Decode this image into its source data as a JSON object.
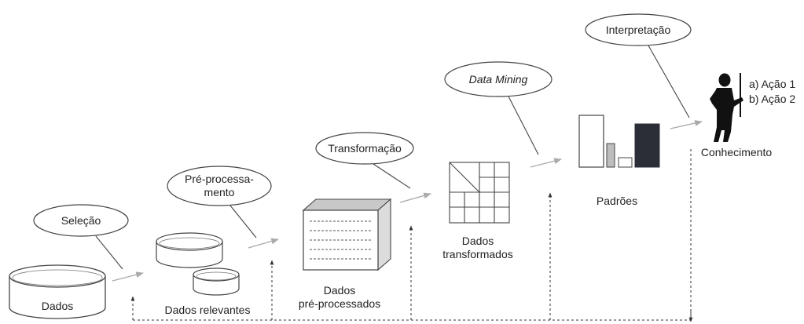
{
  "steps": {
    "selecao": "Seleção",
    "preprocess_line1": "Pré-processa-",
    "preprocess_line2": "mento",
    "transformacao": "Transformação",
    "data_mining": "Data Mining",
    "interpretacao": "Interpretação"
  },
  "stages": {
    "dados": "Dados",
    "dados_relevantes": "Dados relevantes",
    "dados_pre_line1": "Dados",
    "dados_pre_line2": "pré-processados",
    "dados_trans_line1": "Dados",
    "dados_trans_line2": "transformados",
    "padroes": "Padrões",
    "conhecimento": "Conhecimento"
  },
  "actions": {
    "a": "a) Ação 1",
    "b": "b) Ação 2"
  },
  "colors": {
    "line": "#444444",
    "arrow": "#aaaaaa",
    "dark_bar": "#2b2e36",
    "mid_bar": "#bdbdbd"
  }
}
